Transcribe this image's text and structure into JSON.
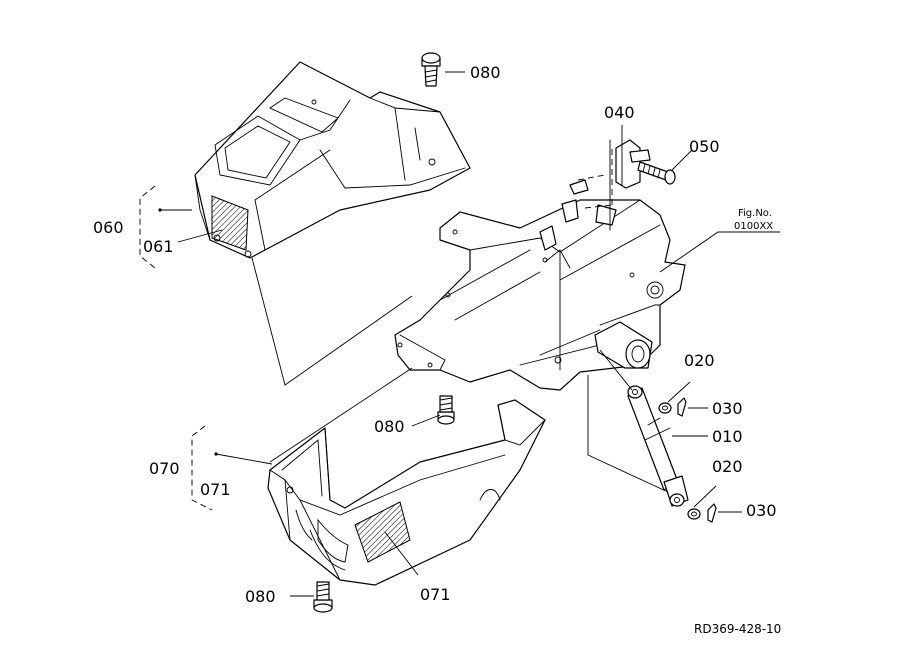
{
  "labels": {
    "p010": "010",
    "p020_top": "020",
    "p020_bottom": "020",
    "p030_top": "030",
    "p030_bottom": "030",
    "p040": "040",
    "p050": "050",
    "p060": "060",
    "p061": "061",
    "p070": "070",
    "p071_side": "071",
    "p071_panel": "071",
    "p080_top": "080",
    "p080_mid": "080",
    "p080_bottom": "080"
  },
  "fig_ref": {
    "line1": "Fig.No.",
    "line2": "0100XX"
  },
  "drawing_code": "RD369-428-10"
}
